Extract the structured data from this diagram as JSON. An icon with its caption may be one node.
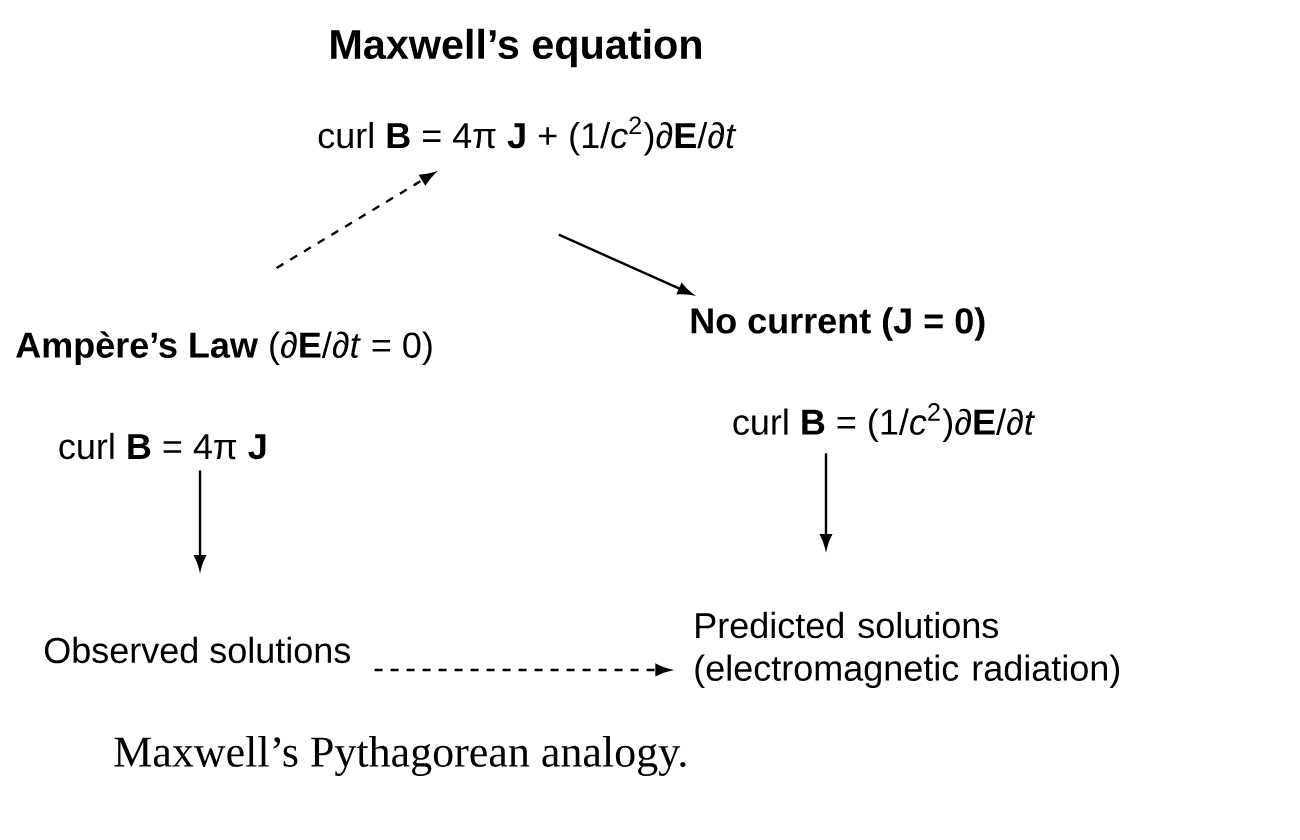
{
  "diagram": {
    "title": "Maxwell’s equation",
    "nodes": [
      {
        "text": [
          "curl **B** = 4π **J** + (1/*c*$^{2}$)∂**E**/∂*t*"
        ]
      },
      {
        "text": [
          "**Ampère’s Law** (∂**E**/∂*t* = 0)",
          "curl **B** = 4π **J**"
        ]
      },
      {
        "text": [
          "No current (J = 0)",
          "curl **B** = (1/*c*$^{2}$)∂**E**/∂*t*"
        ]
      },
      {
        "text": [
          "Observed solutions"
        ]
      },
      {
        "text": [
          "Predicted solutions (electromagnetic radiation)"
        ]
      }
    ],
    "edges": [
      {
        "from": 1,
        "to": 0,
        "arrow": "to",
        "style": "dashed"
      },
      {
        "from": 0,
        "to": 2,
        "arrow": "to"
      },
      {
        "from": 1,
        "to": 3,
        "arrow": "to"
      },
      {
        "from": 2,
        "to": 4,
        "arrow": "to"
      },
      {
        "from": 3,
        "to": 4,
        "arrow": "to",
        "style": "dashed"
      }
    ],
    "caption": "Maxwell’s Pythagorean analogy."
  }
}
